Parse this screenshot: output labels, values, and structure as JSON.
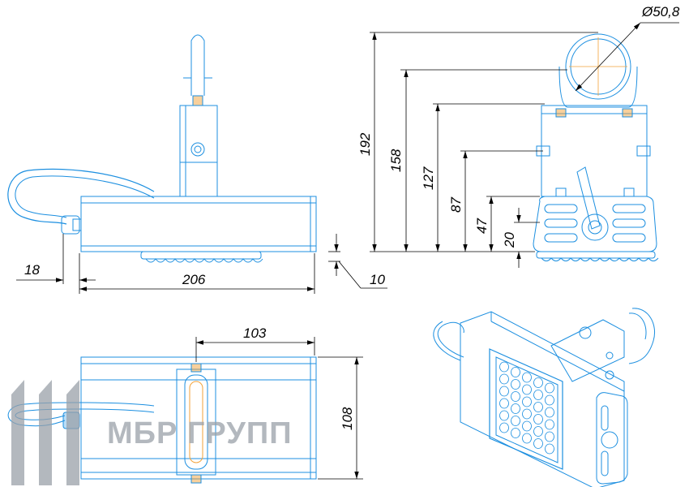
{
  "drawing": {
    "dimensions": {
      "side_view": {
        "length": "206",
        "cable_offset": "18",
        "lens_depth": "10"
      },
      "front_view": {
        "diameter": "Ø50,8",
        "height_total": "192",
        "height_2": "158",
        "height_3": "127",
        "height_4": "87",
        "height_5": "47",
        "height_6": "20"
      },
      "top_view": {
        "bracket_offset": "103",
        "width": "108"
      }
    },
    "watermark": {
      "text": "МБР ГРУПП"
    },
    "colors": {
      "outline": "#1c8fe0",
      "dimension": "#000000",
      "watermark": "#9aa0a8",
      "accent": "#f2a23a"
    }
  }
}
